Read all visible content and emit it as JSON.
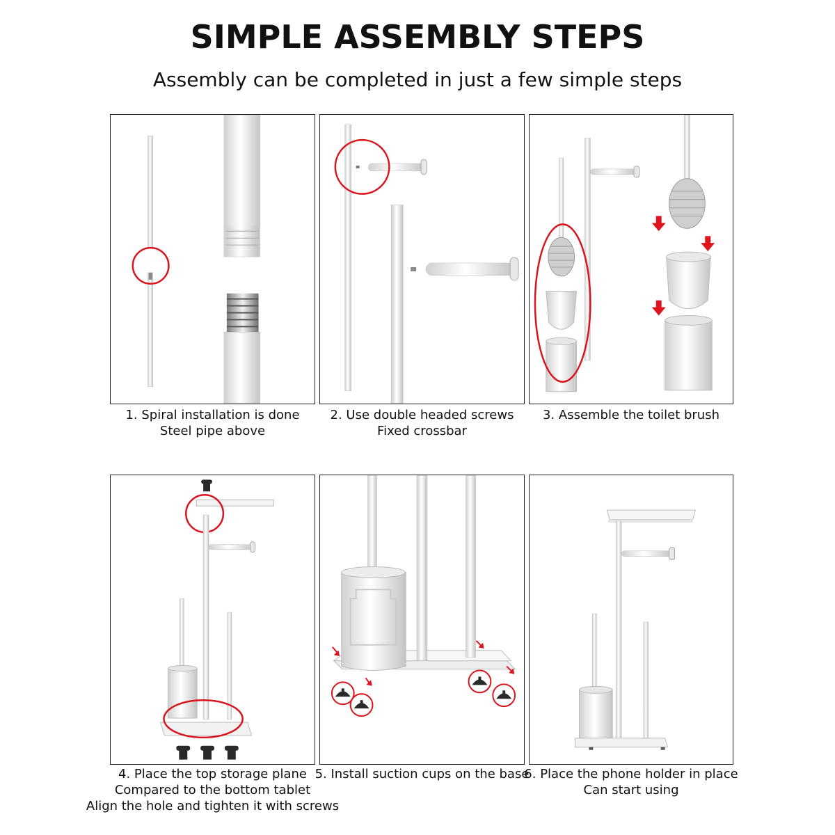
{
  "header": {
    "title": "SIMPLE ASSEMBLY STEPS",
    "subtitle": "Assembly can be completed in just a few simple steps"
  },
  "steps": [
    {
      "lines": [
        "1. Spiral installation is done",
        "Steel pipe above"
      ]
    },
    {
      "lines": [
        "2. Use double headed screws",
        "Fixed crossbar"
      ]
    },
    {
      "lines": [
        "3. Assemble the toilet brush"
      ]
    },
    {
      "lines": [
        "4. Place the top storage plane",
        "Compared to the bottom tablet",
        "Align the hole and tighten it with screws"
      ]
    },
    {
      "lines": [
        "5. Install suction cups on the base"
      ]
    },
    {
      "lines": [
        "6. Place the phone holder in place",
        "Can start using"
      ]
    }
  ],
  "colors": {
    "highlight_circle": "#d9141c",
    "arrow": "#e0141c",
    "panel_border": "#222222",
    "product_white": "#f2f2f2",
    "product_shade": "#c9c9c9",
    "suction_cup": "#2a2a2a"
  }
}
